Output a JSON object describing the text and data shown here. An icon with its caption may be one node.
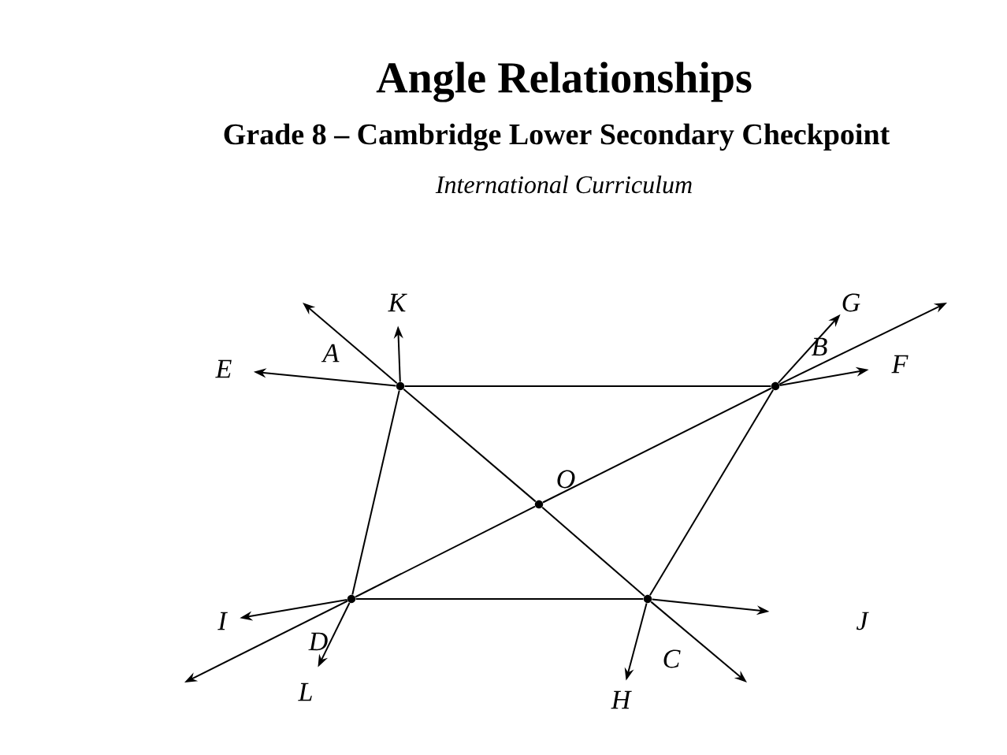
{
  "diagram": {
    "title": "Angle Relationships",
    "nodes": [
      {
        "text": [],
        "shape": "circle",
        "beside": [
          "A"
        ]
      },
      {
        "text": [],
        "shape": "circle",
        "beside": [
          "B"
        ]
      },
      {
        "text": [],
        "shape": "circle",
        "beside": [
          "O"
        ]
      },
      {
        "text": [],
        "shape": "circle",
        "beside": [
          "D"
        ]
      },
      {
        "text": [],
        "shape": "circle",
        "beside": [
          "C"
        ]
      },
      {
        "text": [
          "K"
        ]
      },
      {
        "text": [
          "G"
        ]
      },
      {
        "text": [
          "E"
        ]
      },
      {
        "text": [
          "F"
        ]
      },
      {
        "text": [
          "I"
        ]
      },
      {
        "text": [
          "J"
        ]
      },
      {
        "text": [
          "L"
        ]
      },
      {
        "text": [
          "H"
        ]
      }
    ],
    "edges": [
      {
        "from": 0,
        "to": 7,
        "arrow": "to"
      },
      {
        "from": 0,
        "to": 1,
        "arrow": "none"
      },
      {
        "from": 1,
        "to": 8,
        "arrow": "to"
      },
      {
        "from": 3,
        "to": 9,
        "arrow": "to"
      },
      {
        "from": 3,
        "to": 4,
        "arrow": "none"
      },
      {
        "from": 4,
        "to": 10,
        "arrow": "to"
      },
      {
        "from": 0,
        "to": null,
        "arrow": "to"
      },
      {
        "from": 0,
        "to": 2,
        "arrow": "none"
      },
      {
        "from": 2,
        "to": 4,
        "arrow": "none"
      },
      {
        "from": 4,
        "to": null,
        "arrow": "to"
      },
      {
        "from": 3,
        "to": null,
        "arrow": "to"
      },
      {
        "from": 3,
        "to": 2,
        "arrow": "none"
      },
      {
        "from": 2,
        "to": 1,
        "arrow": "none"
      },
      {
        "from": 1,
        "to": null,
        "arrow": "to"
      },
      {
        "from": 0,
        "to": 5,
        "arrow": "to"
      },
      {
        "from": 0,
        "to": 3,
        "arrow": "none"
      },
      {
        "from": 3,
        "to": 11,
        "arrow": "to"
      },
      {
        "from": 1,
        "to": 6,
        "arrow": "to"
      },
      {
        "from": 1,
        "to": 4,
        "arrow": "none"
      },
      {
        "from": 4,
        "to": 12,
        "arrow": "to"
      }
    ],
    "labels": [
      "Grade 8 – Cambridge Lower Secondary Checkpoint",
      "International Curriculum"
    ]
  }
}
